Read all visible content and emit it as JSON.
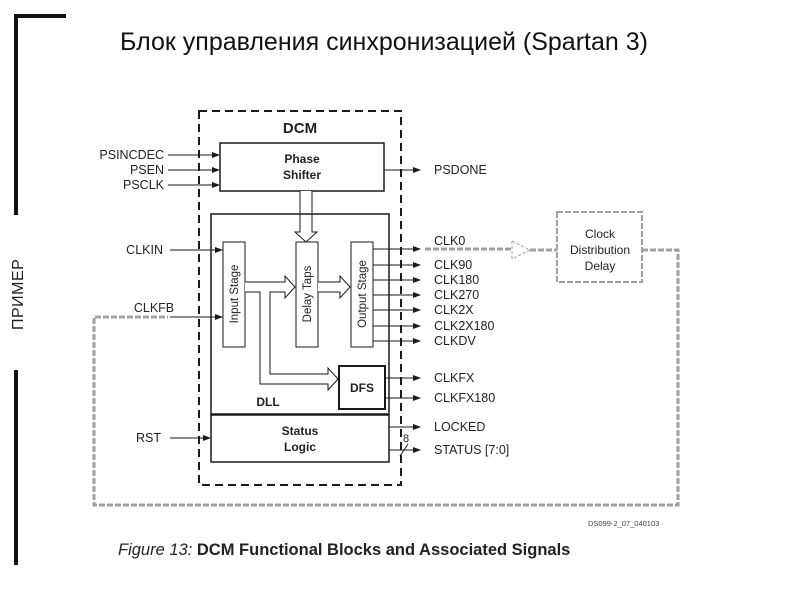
{
  "slide": {
    "title": "Блок управления синхронизацией  (Spartan 3)",
    "side_label": "ПРИМЕР"
  },
  "diagram": {
    "outer_block": "DCM",
    "blocks": {
      "phase_shifter": [
        "Phase",
        "Shifter"
      ],
      "input_stage": "Input Stage",
      "delay_taps": "Delay Taps",
      "output_stage": "Output Stage",
      "dfs": "DFS",
      "dll": "DLL",
      "status_logic": [
        "Status",
        "Logic"
      ],
      "clock_distribution": [
        "Clock",
        "Distribution",
        "Delay"
      ]
    },
    "inputs": [
      "PSINCDEC",
      "PSEN",
      "PSCLK",
      "CLKIN",
      "CLKFB",
      "RST"
    ],
    "outputs": {
      "psdone": "PSDONE",
      "output_stage": [
        "CLK0",
        "CLK90",
        "CLK180",
        "CLK270",
        "CLK2X",
        "CLK2X180",
        "CLKDV"
      ],
      "dfs": [
        "CLKFX",
        "CLKFX180"
      ],
      "status": [
        "LOCKED",
        "STATUS [7:0]"
      ]
    },
    "bus_width": "8"
  },
  "caption": {
    "figure": "Figure 13:",
    "text": "DCM Functional Blocks and Associated Signals",
    "doc_id": "DS099-2_07_040103"
  },
  "colors": {
    "line": "#1a1a1a",
    "feedback": "#a0a0a0"
  }
}
